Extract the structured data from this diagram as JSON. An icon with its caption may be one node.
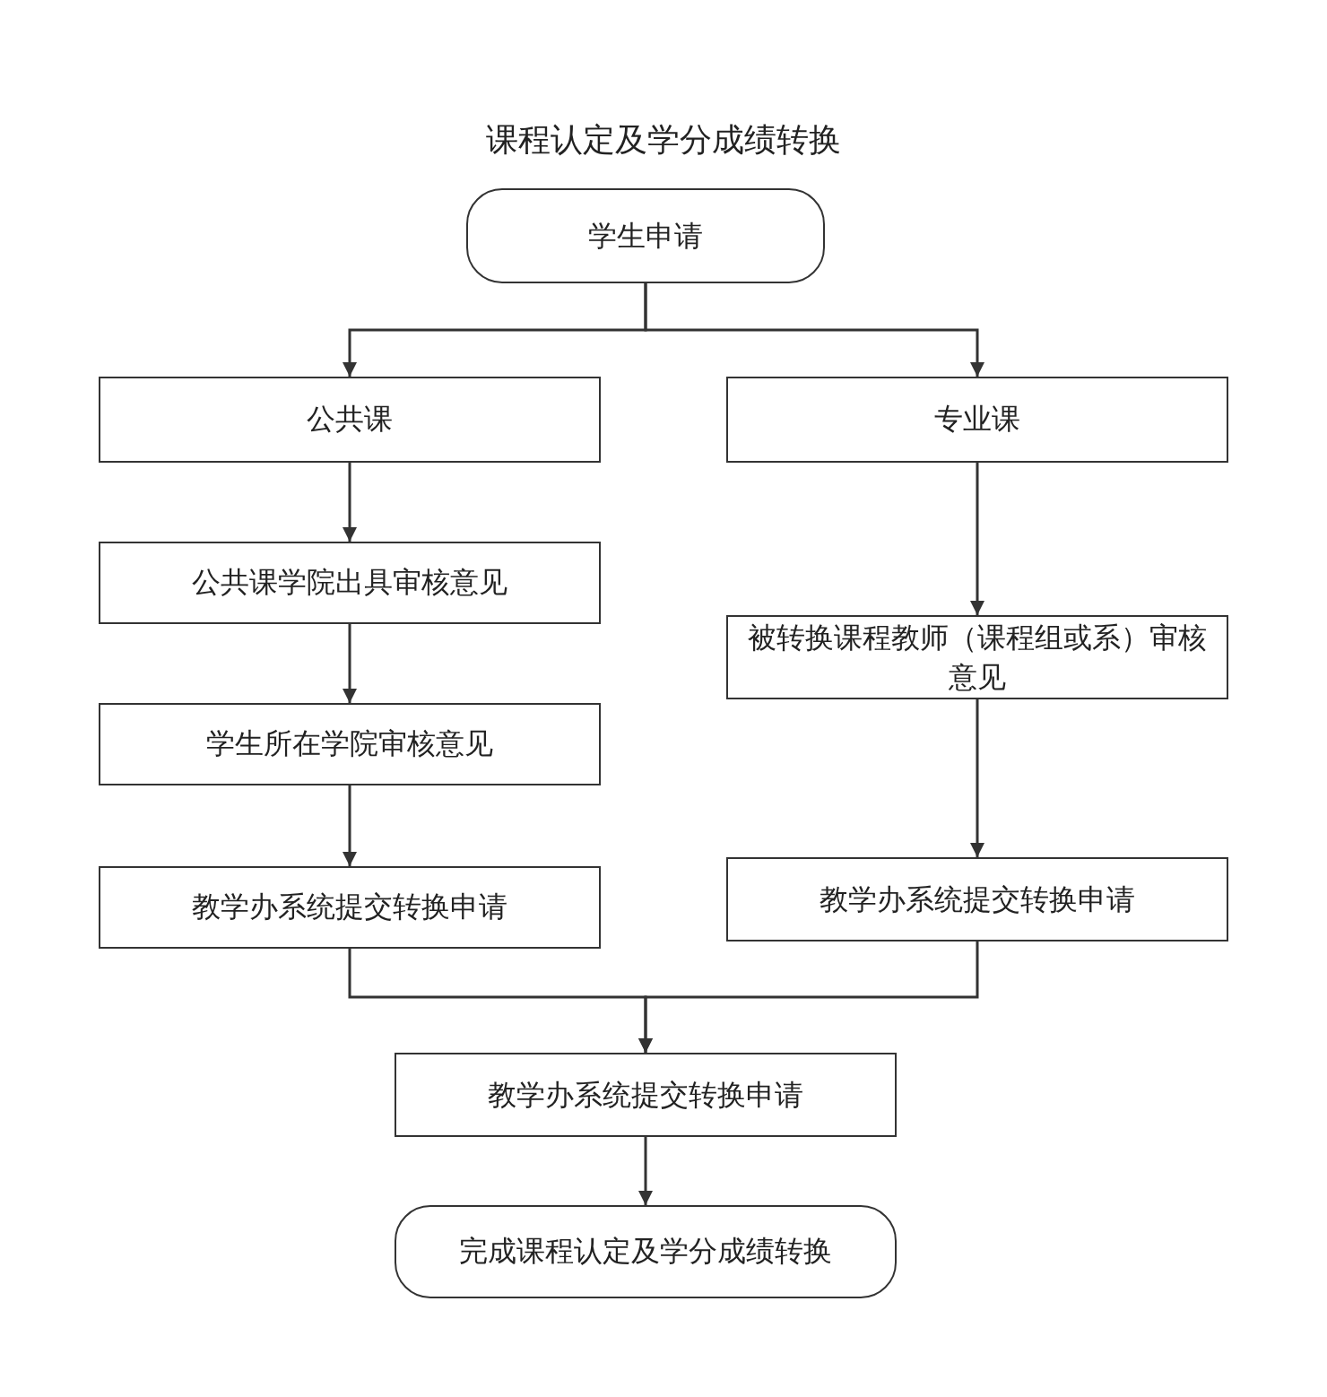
{
  "diagram": {
    "title": "课程认定及学分成绩转换",
    "nodes": [
      {
        "text": [
          "学生申请"
        ]
      },
      {
        "text": [
          "公共课"
        ]
      },
      {
        "text": [
          "专业课"
        ]
      },
      {
        "text": [
          "公共课学院出具审核意见"
        ]
      },
      {
        "text": [
          "学生所在学院审核意见"
        ]
      },
      {
        "text": [
          "教学办系统提交转换申请"
        ]
      },
      {
        "text": [
          "被转换课程教师（课程组或系）审核意见"
        ]
      },
      {
        "text": [
          "教学办系统提交转换申请"
        ]
      },
      {
        "text": [
          "教学办系统提交转换申请"
        ]
      },
      {
        "text": [
          "完成课程认定及学分成绩转换"
        ]
      }
    ],
    "edges": [
      {
        "from": 0,
        "to": 1,
        "arrow": "to"
      },
      {
        "from": 0,
        "to": 2,
        "arrow": "to"
      },
      {
        "from": 1,
        "to": 3,
        "arrow": "to"
      },
      {
        "from": 3,
        "to": 4,
        "arrow": "to"
      },
      {
        "from": 4,
        "to": 5,
        "arrow": "to"
      },
      {
        "from": 2,
        "to": 6,
        "arrow": "to"
      },
      {
        "from": 6,
        "to": 7,
        "arrow": "to"
      },
      {
        "from": 5,
        "to": 8,
        "arrow": "to"
      },
      {
        "from": 7,
        "to": 8,
        "arrow": "to"
      },
      {
        "from": 8,
        "to": 9,
        "arrow": "to"
      }
    ]
  }
}
